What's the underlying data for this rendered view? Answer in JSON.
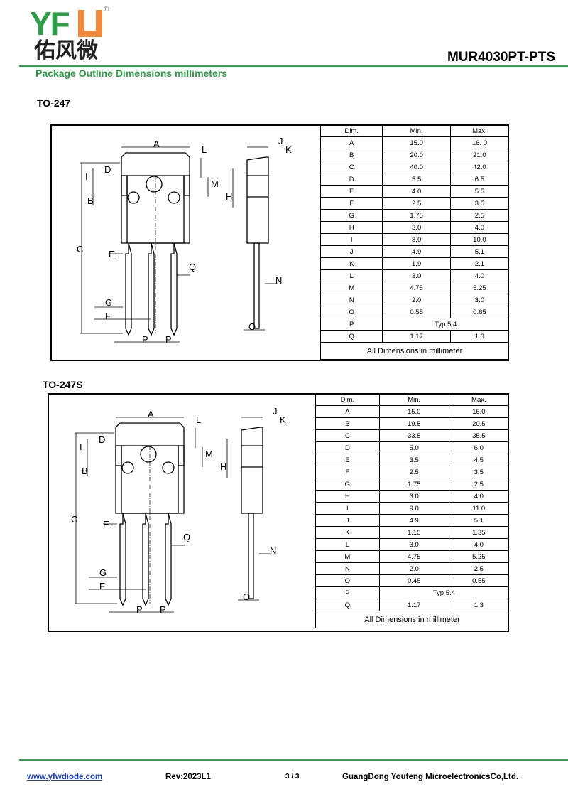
{
  "header": {
    "logo_text": "YFW",
    "logo_cn": "佑风微",
    "registered": "®",
    "part_number": "MUR4030PT-PTS",
    "subtitle": "Package Outline Dimensions millimeters"
  },
  "packages": [
    {
      "title": "TO-247",
      "headers": [
        "Dim.",
        "Min.",
        "Max."
      ],
      "rows": [
        [
          "A",
          "15.0",
          "16. 0"
        ],
        [
          "B",
          "20.0",
          "21.0"
        ],
        [
          "C",
          "40.0",
          "42.0"
        ],
        [
          "D",
          "5.5",
          "6.5"
        ],
        [
          "E",
          "4.0",
          "5.5"
        ],
        [
          "F",
          "2.5",
          "3.5"
        ],
        [
          "G",
          "1.75",
          "2.5"
        ],
        [
          "H",
          "3.0",
          "4.0"
        ],
        [
          "I",
          "8.0",
          "10.0"
        ],
        [
          "J",
          "4.9",
          "5.1"
        ],
        [
          "K",
          "1.9",
          "2.1"
        ],
        [
          "L",
          "3.0",
          "4.0"
        ],
        [
          "M",
          "4.75",
          "5.25"
        ],
        [
          "N",
          "2.0",
          "3.0"
        ],
        [
          "O",
          "0.55",
          "0.65"
        ],
        [
          "P",
          "Typ 5.4",
          null
        ],
        [
          "Q",
          "1.17",
          "1.3"
        ]
      ],
      "footer": "All Dimensions in millimeter"
    },
    {
      "title": "TO-247S",
      "headers": [
        "Dim.",
        "Min.",
        "Max."
      ],
      "rows": [
        [
          "A",
          "15.0",
          "16.0"
        ],
        [
          "B",
          "19.5",
          "20.5"
        ],
        [
          "C",
          "33.5",
          "35.5"
        ],
        [
          "D",
          "5.0",
          "6.0"
        ],
        [
          "E",
          "3.5",
          "4.5"
        ],
        [
          "F",
          "2.5",
          "3.5"
        ],
        [
          "G",
          "1.75",
          "2.5"
        ],
        [
          "H",
          "3.0",
          "4.0"
        ],
        [
          "I",
          "9.0",
          "11.0"
        ],
        [
          "J",
          "4.9",
          "5.1"
        ],
        [
          "K",
          "1.15",
          "1.35"
        ],
        [
          "L",
          "3.0",
          "4.0"
        ],
        [
          "M",
          "4.75",
          "5.25"
        ],
        [
          "N",
          "2.0",
          "2.5"
        ],
        [
          "O",
          "0.45",
          "0.55"
        ],
        [
          "P",
          "Typ 5.4",
          null
        ],
        [
          "Q",
          "1.17",
          "1.3"
        ]
      ],
      "footer": "All Dimensions in millimeter"
    }
  ],
  "diagram_labels": [
    "A",
    "B",
    "C",
    "D",
    "E",
    "F",
    "G",
    "H",
    "I",
    "J",
    "K",
    "L",
    "M",
    "N",
    "O",
    "P",
    "P",
    "Q"
  ],
  "footer": {
    "url": "www.yfwdiode.com",
    "rev": "Rev:2023L1",
    "page": "3 / 3",
    "company": "GuangDong Youfeng MicroelectronicsCo,Ltd."
  }
}
